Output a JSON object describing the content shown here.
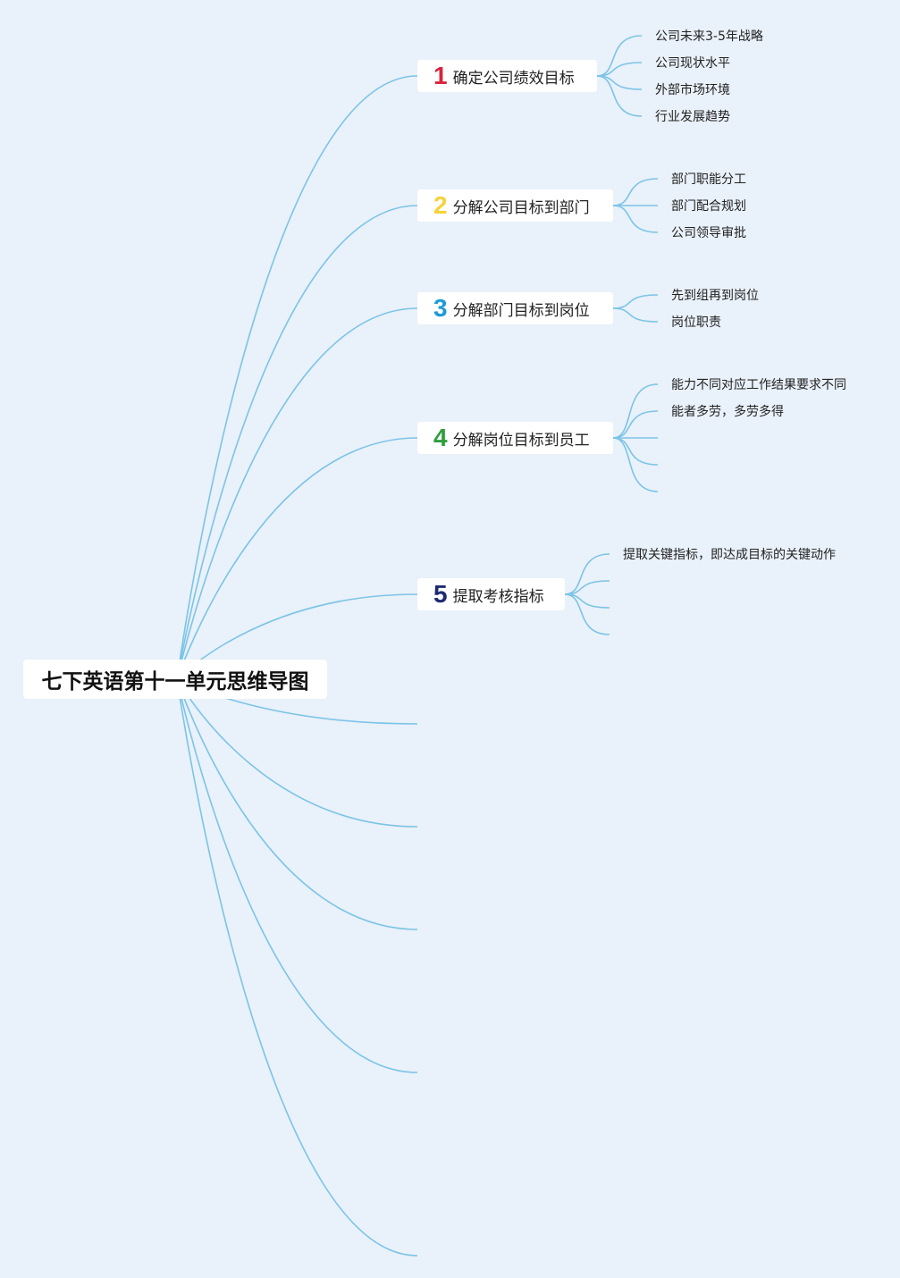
{
  "root": {
    "label": "七下英语第十一单元思维导图"
  },
  "colors": {
    "line": "#7cc4e6",
    "background": "#e9f1fa",
    "num1": "#d7263d",
    "num2": "#f5d33b",
    "num3": "#1e9bd7",
    "num4": "#2e9e3f",
    "num5": "#1c2a72"
  },
  "topics": [
    {
      "num": "1",
      "label": "确定公司绩效目标",
      "children": [
        "公司未来3-5年战略",
        "公司现状水平",
        "外部市场环境",
        "行业发展趋势"
      ]
    },
    {
      "num": "2",
      "label": "分解公司目标到部门",
      "children": [
        "部门职能分工",
        "部门配合规划",
        "公司领导审批"
      ]
    },
    {
      "num": "3",
      "label": "分解部门目标到岗位",
      "children": [
        "先到组再到岗位",
        "岗位职责"
      ]
    },
    {
      "num": "4",
      "label": "分解岗位目标到员工",
      "children": [
        "能力不同对应工作结果要求不同",
        "能者多劳，多劳多得",
        "",
        "",
        ""
      ]
    },
    {
      "num": "5",
      "label": "提取考核指标",
      "children": [
        "提取关键指标，即达成目标的关键动作",
        "",
        "",
        ""
      ]
    }
  ]
}
